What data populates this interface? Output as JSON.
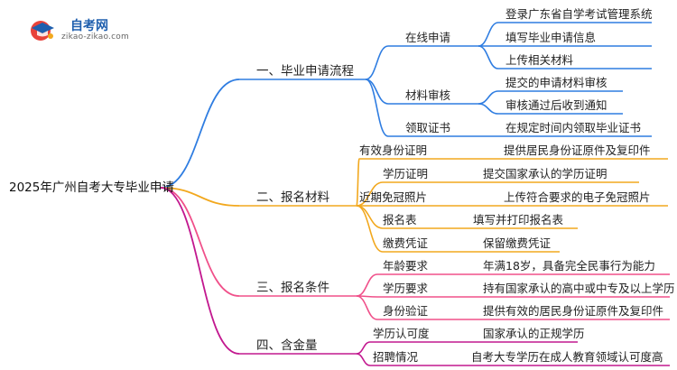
{
  "logo": {
    "title": "自考网",
    "subtitle": "zikao-zikao.com"
  },
  "root": "2025年广州自考大专毕业申请",
  "colors": {
    "blue": "#2f7de1",
    "orange": "#f2a81e",
    "pink": "#f0508a",
    "magenta": "#c2188f"
  },
  "sections": [
    {
      "label": "一、毕业申请流程",
      "children": [
        {
          "label": "在线申请",
          "children": [
            "登录广东省自学考试管理系统",
            "填写毕业申请信息",
            "上传相关材料"
          ]
        },
        {
          "label": "材料审核",
          "children": [
            "提交的申请材料审核",
            "审核通过后收到通知"
          ]
        },
        {
          "label": "领取证书",
          "children": [
            "在规定时间内领取毕业证书"
          ]
        }
      ]
    },
    {
      "label": "二、报名材料",
      "children": [
        {
          "label": "有效身份证明",
          "children": [
            "提供居民身份证原件及复印件"
          ]
        },
        {
          "label": "学历证明",
          "children": [
            "提交国家承认的学历证明"
          ]
        },
        {
          "label": "近期免冠照片",
          "children": [
            "上传符合要求的电子免冠照片"
          ]
        },
        {
          "label": "报名表",
          "children": [
            "填写并打印报名表"
          ]
        },
        {
          "label": "缴费凭证",
          "children": [
            "保留缴费凭证"
          ]
        }
      ]
    },
    {
      "label": "三、报名条件",
      "children": [
        {
          "label": "年龄要求",
          "children": [
            "年满18岁，具备完全民事行为能力"
          ]
        },
        {
          "label": "学历要求",
          "children": [
            "持有国家承认的高中或中专及以上学历"
          ]
        },
        {
          "label": "身份验证",
          "children": [
            "提供有效的居民身份证原件及复印件"
          ]
        }
      ]
    },
    {
      "label": "四、含金量",
      "children": [
        {
          "label": "学历认可度",
          "children": [
            "国家承认的正规学历"
          ]
        },
        {
          "label": "招聘情况",
          "children": [
            "自考大专学历在成人教育领域认可度高"
          ]
        }
      ]
    }
  ]
}
